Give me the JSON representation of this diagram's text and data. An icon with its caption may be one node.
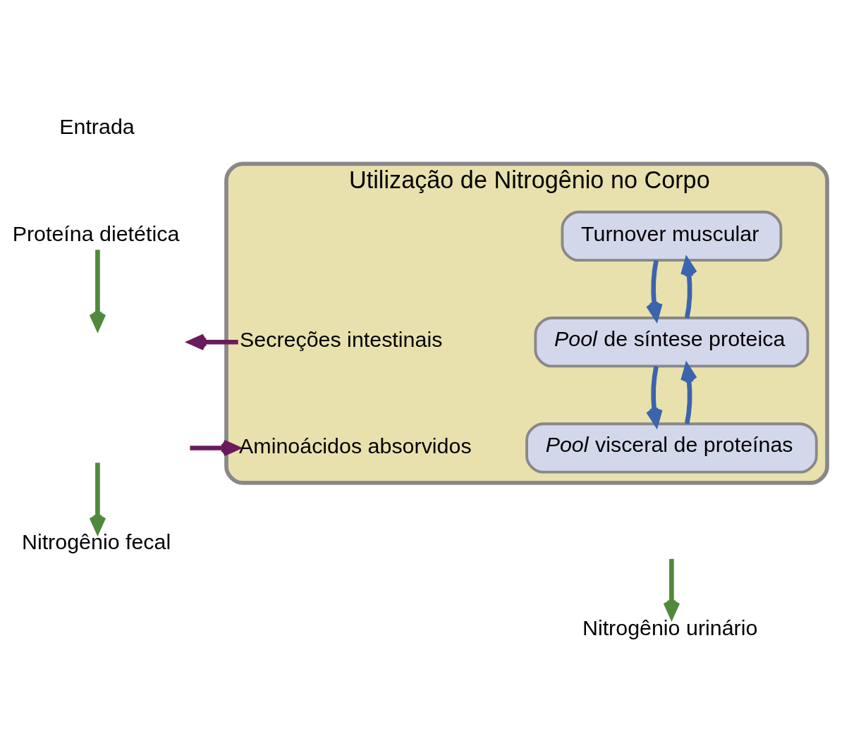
{
  "diagram": {
    "nodes": [
      {
        "text": [
          "Utilização de Nitrogênio no Corpo"
        ]
      },
      {
        "text": [
          "Turnover muscular"
        ],
        "in": 0
      },
      {
        "text": [
          "*Pool* de síntese proteica"
        ],
        "in": 0
      },
      {
        "text": [
          "*Pool* visceral de proteínas"
        ],
        "in": 0
      },
      {
        "text": [
          "Proteína dietética"
        ]
      },
      {
        "text": [
          "Secreções intestinais"
        ],
        "in": 0
      },
      {
        "text": [
          "Aminoácidos absorvidos"
        ],
        "in": 0
      },
      {
        "text": [
          "Nitrogênio fecal"
        ]
      },
      {
        "text": [
          "Nitrogênio urinário"
        ]
      }
    ],
    "edges": [
      {
        "from": 4,
        "to": null,
        "arrow": "to",
        "color": "#4f8a3c"
      },
      {
        "from": 5,
        "to": null,
        "arrow": "to",
        "color": "#6a1b5c"
      },
      {
        "from": null,
        "to": 6,
        "arrow": "to",
        "color": "#6a1b5c"
      },
      {
        "from": null,
        "to": 7,
        "arrow": "to",
        "color": "#4f8a3c"
      },
      {
        "from": 2,
        "to": 1,
        "arrow": "to"
      },
      {
        "from": 1,
        "to": 2,
        "arrow": "to"
      },
      {
        "from": 2,
        "to": 3,
        "arrow": "to"
      },
      {
        "from": 3,
        "to": 2,
        "arrow": "to"
      },
      {
        "from": null,
        "to": 8,
        "arrow": "to",
        "color": "#4f8a3c"
      }
    ],
    "labels": [
      "Entrada"
    ]
  }
}
